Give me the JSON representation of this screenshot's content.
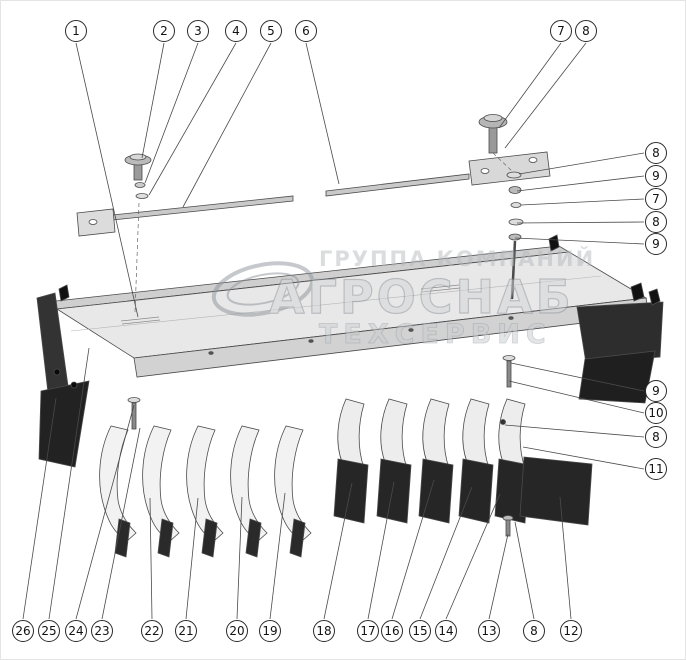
{
  "watermark": {
    "line1": "ГРУППА КОМПАНИЙ",
    "line2": "АГРОСНАБ",
    "line3": "ТЕХСЕРВИС"
  },
  "colors": {
    "background": "#ffffff",
    "outline": "#4a4a4a",
    "part_light": "#e8e8e8",
    "part_dark": "#262626",
    "watermark_gray": "#9aa0a6"
  },
  "callouts": [
    "1",
    "2",
    "3",
    "4",
    "5",
    "6",
    "7",
    "8",
    "8",
    "9",
    "7",
    "8",
    "9",
    "9",
    "10",
    "8",
    "11",
    "26",
    "25",
    "24",
    "23",
    "22",
    "21",
    "20",
    "19",
    "18",
    "17",
    "16",
    "15",
    "14",
    "13",
    "8",
    "12"
  ]
}
